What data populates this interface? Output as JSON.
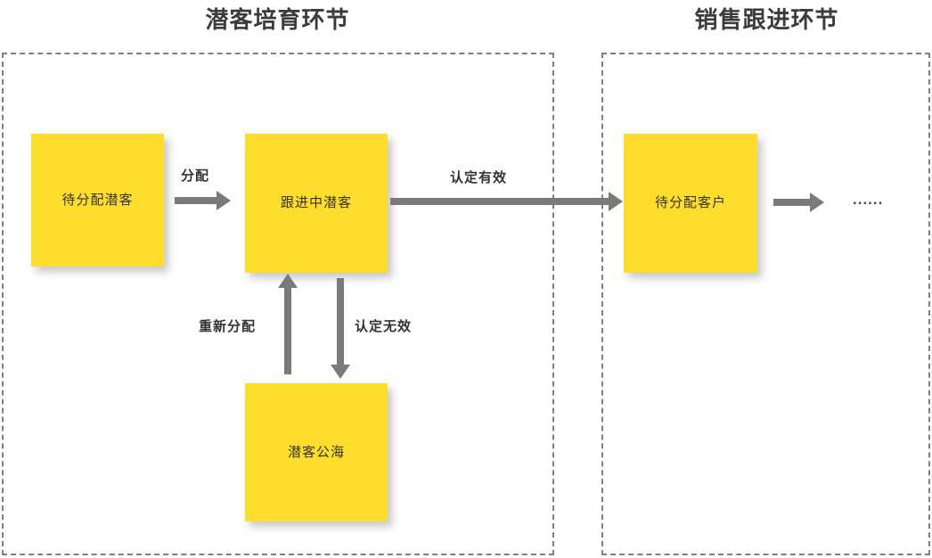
{
  "diagram": {
    "sections": [
      {
        "id": "lead-nurturing",
        "title": "潜客培育环节"
      },
      {
        "id": "sales-followup",
        "title": "销售跟进环节"
      }
    ],
    "nodes": [
      {
        "id": "unassigned-lead",
        "label": "待分配潜客"
      },
      {
        "id": "following-lead",
        "label": "跟进中潜客"
      },
      {
        "id": "lead-pool",
        "label": "潜客公海"
      },
      {
        "id": "unassigned-customer",
        "label": "待分配客户"
      }
    ],
    "edges": [
      {
        "id": "assign",
        "label": "分配",
        "from": "unassigned-lead",
        "to": "following-lead"
      },
      {
        "id": "valid",
        "label": "认定有效",
        "from": "following-lead",
        "to": "unassigned-customer"
      },
      {
        "id": "invalid",
        "label": "认定无效",
        "from": "following-lead",
        "to": "lead-pool"
      },
      {
        "id": "reassign",
        "label": "重新分配",
        "from": "lead-pool",
        "to": "following-lead"
      },
      {
        "id": "next",
        "label": "",
        "from": "unassigned-customer",
        "to": "more"
      }
    ],
    "continuation": "......",
    "colors": {
      "node_fill": "#FFDD2D",
      "arrow": "#7a7a7a",
      "border_dashed": "#808080",
      "title_text": "#3b3b3b",
      "label_text": "#333333",
      "background": "#ffffff"
    }
  }
}
